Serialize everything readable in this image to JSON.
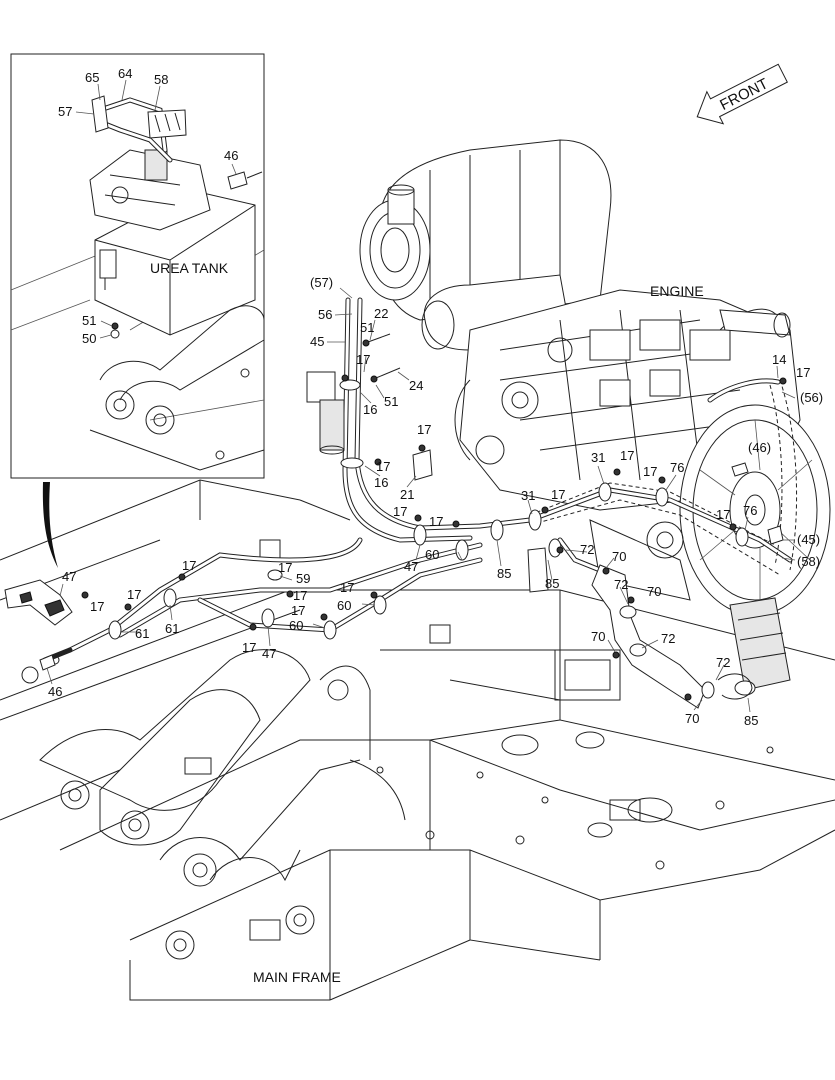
{
  "captions": {
    "front": "FRONT",
    "urea_tank": "UREA TANK",
    "engine": "ENGINE",
    "main_frame": "MAIN FRAME"
  },
  "callouts": [
    {
      "id": "c65",
      "text": "65"
    },
    {
      "id": "c64",
      "text": "64"
    },
    {
      "id": "c58a",
      "text": "58"
    },
    {
      "id": "c57",
      "text": "57"
    },
    {
      "id": "c46a",
      "text": "46"
    },
    {
      "id": "c51a",
      "text": "51"
    },
    {
      "id": "c50",
      "text": "50"
    },
    {
      "id": "c57p",
      "text": "(57)"
    },
    {
      "id": "c56",
      "text": "56"
    },
    {
      "id": "c22",
      "text": "22"
    },
    {
      "id": "c51b",
      "text": "51"
    },
    {
      "id": "c45",
      "text": "45"
    },
    {
      "id": "c17a",
      "text": "17"
    },
    {
      "id": "c24",
      "text": "24"
    },
    {
      "id": "c51c",
      "text": "51"
    },
    {
      "id": "c16a",
      "text": "16"
    },
    {
      "id": "c17b",
      "text": "17"
    },
    {
      "id": "c17c",
      "text": "17"
    },
    {
      "id": "c16b",
      "text": "16"
    },
    {
      "id": "c21",
      "text": "21"
    },
    {
      "id": "c14",
      "text": "14"
    },
    {
      "id": "c17d",
      "text": "17"
    },
    {
      "id": "c56p",
      "text": "(56)"
    },
    {
      "id": "c46p",
      "text": "(46)"
    },
    {
      "id": "c31a",
      "text": "31"
    },
    {
      "id": "c17e",
      "text": "17"
    },
    {
      "id": "c17f",
      "text": "17"
    },
    {
      "id": "c76a",
      "text": "76"
    },
    {
      "id": "c31b",
      "text": "31"
    },
    {
      "id": "c17g",
      "text": "17"
    },
    {
      "id": "c17h",
      "text": "17"
    },
    {
      "id": "c76b",
      "text": "76"
    },
    {
      "id": "c45p",
      "text": "(45)"
    },
    {
      "id": "c58p",
      "text": "(58)"
    },
    {
      "id": "c17i",
      "text": "17"
    },
    {
      "id": "c17j",
      "text": "17"
    },
    {
      "id": "c60a",
      "text": "60"
    },
    {
      "id": "c47a",
      "text": "47"
    },
    {
      "id": "c85a",
      "text": "85"
    },
    {
      "id": "c85b",
      "text": "85"
    },
    {
      "id": "c72a",
      "text": "72"
    },
    {
      "id": "c70a",
      "text": "70"
    },
    {
      "id": "c72b",
      "text": "72"
    },
    {
      "id": "c70b",
      "text": "70"
    },
    {
      "id": "c47b",
      "text": "47"
    },
    {
      "id": "c17k",
      "text": "17"
    },
    {
      "id": "c17l",
      "text": "17"
    },
    {
      "id": "c59",
      "text": "59"
    },
    {
      "id": "c17m",
      "text": "17"
    },
    {
      "id": "c17n",
      "text": "17"
    },
    {
      "id": "c60b",
      "text": "60"
    },
    {
      "id": "c17o",
      "text": "17"
    },
    {
      "id": "c60c",
      "text": "60"
    },
    {
      "id": "c17p",
      "text": "17"
    },
    {
      "id": "c61a",
      "text": "61"
    },
    {
      "id": "c61b",
      "text": "61"
    },
    {
      "id": "c17q",
      "text": "17"
    },
    {
      "id": "c17r",
      "text": "17"
    },
    {
      "id": "c47c",
      "text": "47"
    },
    {
      "id": "c46b",
      "text": "46"
    },
    {
      "id": "c70c",
      "text": "70"
    },
    {
      "id": "c72c",
      "text": "72"
    },
    {
      "id": "c72d",
      "text": "72"
    },
    {
      "id": "c70d",
      "text": "70"
    },
    {
      "id": "c85c",
      "text": "85"
    }
  ]
}
